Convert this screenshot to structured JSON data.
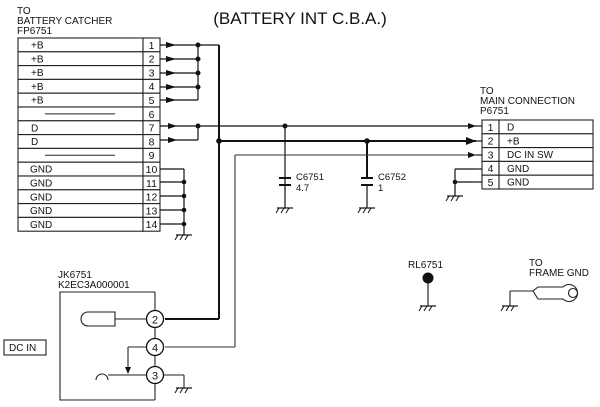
{
  "title": "(BATTERY INT C.B.A.)",
  "left_connector": {
    "to_label": "TO",
    "dest_label": "BATTERY CATCHER",
    "ref": "FP6751",
    "pins": [
      {
        "num": "1",
        "name": "+B"
      },
      {
        "num": "2",
        "name": "+B"
      },
      {
        "num": "3",
        "name": "+B"
      },
      {
        "num": "4",
        "name": "+B"
      },
      {
        "num": "5",
        "name": "+B"
      },
      {
        "num": "6",
        "name": ""
      },
      {
        "num": "7",
        "name": "D"
      },
      {
        "num": "8",
        "name": "D"
      },
      {
        "num": "9",
        "name": ""
      },
      {
        "num": "10",
        "name": "GND"
      },
      {
        "num": "11",
        "name": "GND"
      },
      {
        "num": "12",
        "name": "GND"
      },
      {
        "num": "13",
        "name": "GND"
      },
      {
        "num": "14",
        "name": "GND"
      }
    ]
  },
  "right_connector": {
    "to_label": "TO",
    "dest_label": "MAIN CONNECTION",
    "ref": "P6751",
    "pins": [
      {
        "num": "1",
        "name": "D"
      },
      {
        "num": "2",
        "name": "+B"
      },
      {
        "num": "3",
        "name": "DC IN SW"
      },
      {
        "num": "4",
        "name": "GND"
      },
      {
        "num": "5",
        "name": "GND"
      }
    ]
  },
  "capacitors": [
    {
      "ref": "C6751",
      "value": "4.7"
    },
    {
      "ref": "C6752",
      "value": "1"
    }
  ],
  "jack": {
    "ref": "JK6751",
    "part": "K2EC3A000001",
    "pins": [
      "2",
      "4",
      "3"
    ],
    "label": "DC IN"
  },
  "rl": {
    "ref": "RL6751"
  },
  "frame_gnd": {
    "to_label": "TO",
    "label": "FRAME GND"
  }
}
